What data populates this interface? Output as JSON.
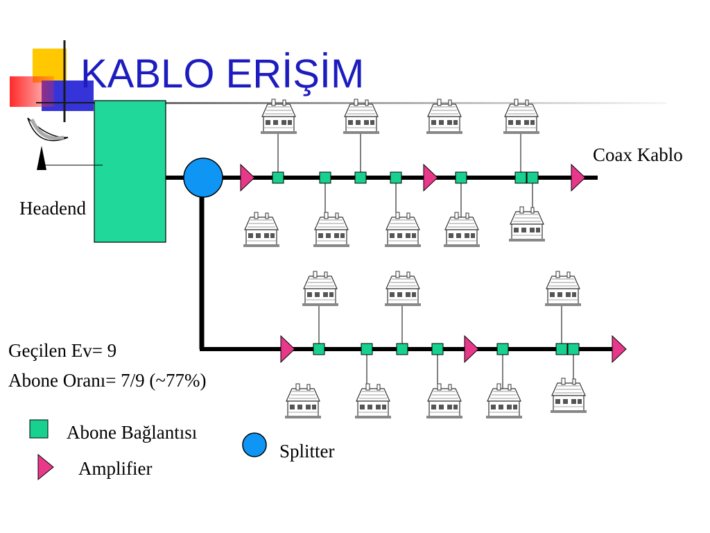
{
  "slide": {
    "title": "KABLO ERİŞİM",
    "labels": {
      "coax_cable": "Coax Kablo",
      "headend": "Headend",
      "homes_passed": "Geçilen Ev= 9",
      "subscriber_rate": "Abone Oranı= 7/9 (~77%)"
    },
    "legend": {
      "subscriber_connection": "Abone Bağlantısı",
      "splitter": "Splitter",
      "amplifier": "Amplifier"
    },
    "colors": {
      "title": "#1c1cbf",
      "headend_fill": "#1fd89a",
      "tap_fill": "#19d18f",
      "splitter_fill": "#0f96f5",
      "amplifier_fill": "#e8388a",
      "cable": "#000000"
    },
    "icons": [
      "satellite-dish-icon",
      "house-icon"
    ]
  }
}
